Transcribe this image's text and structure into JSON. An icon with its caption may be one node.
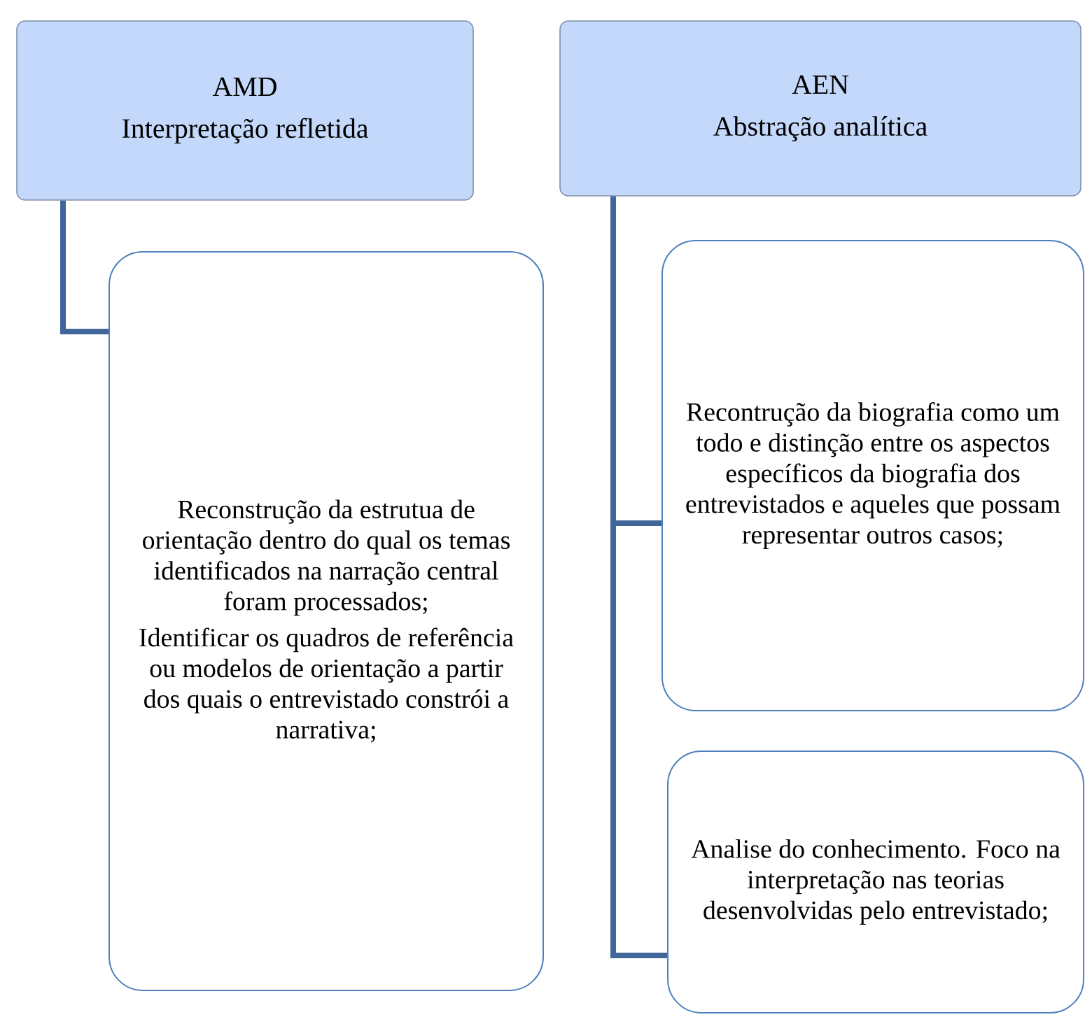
{
  "diagram": {
    "nodes": [
      {
        "text": [
          "AMD",
          "Interpretação refletida"
        ]
      },
      {
        "text": [
          "Reconstrução da estrutua de orientação dentro do qual os temas identificados na narração central foram processados;",
          "Identificar os quadros de referência ou modelos de orientação a partir dos quais o entrevistado constrói a narrativa;"
        ]
      },
      {
        "text": [
          "AEN",
          "Abstração analítica"
        ]
      },
      {
        "text": [
          "Recontrução da biografia como um todo e distinção entre os aspectos específicos da biografia dos entrevistados e aqueles que possam representar outros casos;"
        ]
      },
      {
        "text": [
          "Analise do conhecimento. Foco na interpretação nas teorias desenvolvidas pelo entrevistado;"
        ]
      }
    ],
    "edges": [
      {
        "from": 0,
        "to": 1,
        "arrow": "none"
      },
      {
        "from": 2,
        "to": 3,
        "arrow": "none"
      },
      {
        "from": 2,
        "to": 4,
        "arrow": "none"
      }
    ]
  }
}
